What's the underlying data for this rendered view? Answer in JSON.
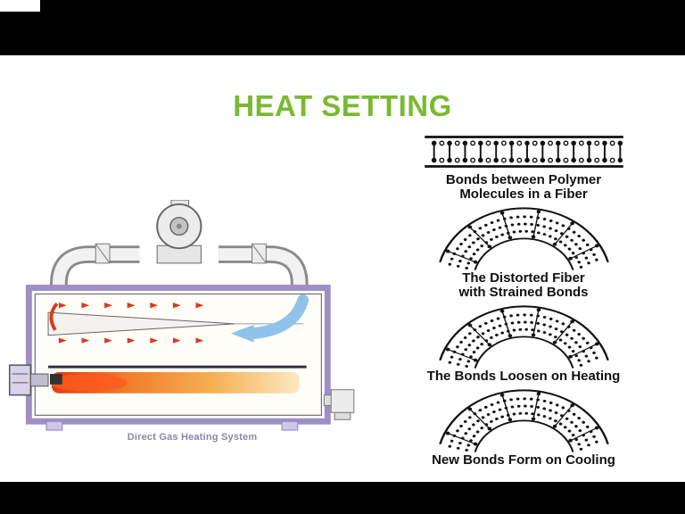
{
  "slide": {
    "title": "HEAT SETTING"
  },
  "machine": {
    "caption": "Direct Gas Heating System"
  },
  "bonds": {
    "band_caption_line1": "Bonds between Polymer",
    "band_caption_line2": "Molecules in a Fiber",
    "distorted_caption_line1": "The Distorted Fiber",
    "distorted_caption_line2": "with Strained Bonds",
    "loosen_caption": "The Bonds Loosen on Heating",
    "cooling_caption": "New Bonds Form on Cooling"
  },
  "colors": {
    "title_green": "#79BA30",
    "machine_frame_purple": "#9B8FC4",
    "flame_red": "#E03C14",
    "flame_orange": "#F07C2A",
    "airflow_blue": "#8FC3EA",
    "heat_arrow_red": "#D93A1F",
    "machine_caption_gray": "#8B88A6",
    "diagram_ink": "#111111"
  }
}
